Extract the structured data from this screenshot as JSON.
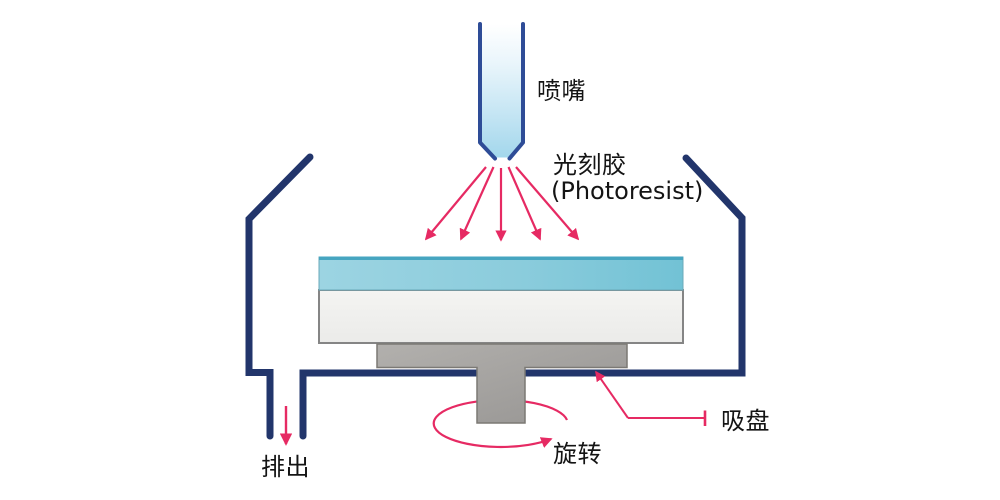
{
  "diagram": {
    "labels": {
      "nozzle": "喷嘴",
      "photoresist_zh": "光刻胶",
      "photoresist_en": "(Photoresist)",
      "chuck": "吸盘",
      "spin": "旋转",
      "drain": "排出"
    },
    "colors": {
      "bowl_outline_navy": "#22356b",
      "nozzle_outline_blue": "#2e4c97",
      "arrow_pink": "#e62a63",
      "resist_teal": "#7ec7d9",
      "resist_teal_edge": "#46a5c0",
      "wafer_white": "#f0f0ee",
      "chuck_gray": "#a5a3a0",
      "background": "#ffffff",
      "text": "#141414"
    }
  }
}
